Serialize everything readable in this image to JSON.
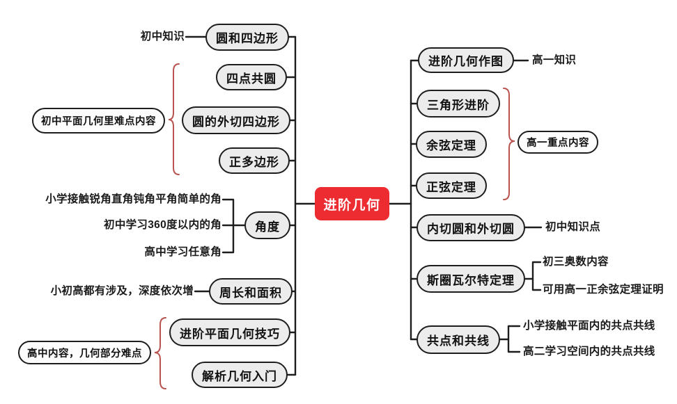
{
  "colors": {
    "center_background": "#ed2c31",
    "center_text": "#ffffff",
    "node_fill": "#ececec",
    "node_border": "#1d1d1d",
    "callout_fill": "#fdfdfd",
    "connector_line": "#1d1d1d",
    "brace": "#b8534f",
    "background": "#ffffff"
  },
  "center": {
    "label": "进阶几何"
  },
  "left": {
    "nodes": [
      {
        "label": "圆和四边形"
      },
      {
        "label": "四点共圆"
      },
      {
        "label": "圆的外切四边形"
      },
      {
        "label": "正多边形"
      },
      {
        "label": "角度"
      },
      {
        "label": "周长和面积"
      },
      {
        "label": "进阶平面几何技巧"
      },
      {
        "label": "解析几何入门"
      }
    ],
    "annotations": {
      "junior_knowledge": "初中知识",
      "angle_primary": "小学接触锐角直角钝角平角简单的角",
      "angle_junior": "初中学习360度以内的角",
      "angle_senior": "高中学习任意角",
      "perimeter_note": "小初高都有涉及，深度依次增"
    },
    "callouts": {
      "junior_difficult": "初中平面几何里难点内容",
      "senior_difficult": "高中内容，几何部分难点"
    }
  },
  "right": {
    "nodes": [
      {
        "label": "进阶几何作图"
      },
      {
        "label": "三角形进阶"
      },
      {
        "label": "余弦定理"
      },
      {
        "label": "正弦定理"
      },
      {
        "label": "内切圆和外切圆"
      },
      {
        "label": "斯圈瓦尔特定理"
      },
      {
        "label": "共点和共线"
      }
    ],
    "annotations": {
      "construction_grade": "高一知识",
      "incircle_grade": "初中知识点",
      "stewart_olympiad": "初三奥数内容",
      "stewart_proof": "可用高一正余弦定理证明",
      "collinear_primary": "小学接触平面内的共点共线",
      "collinear_senior": "高二学习空间内的共点共线"
    },
    "callouts": {
      "senior_key": "高一重点内容"
    }
  }
}
